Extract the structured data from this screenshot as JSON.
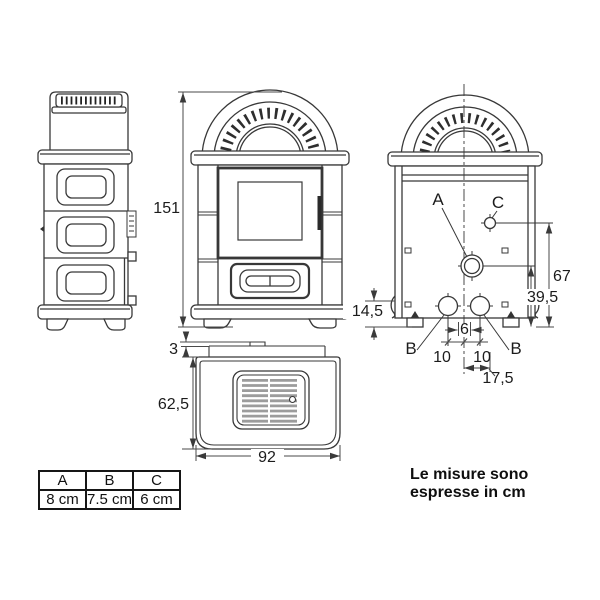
{
  "drawing": {
    "note_line1": "Le misure sono",
    "note_line2": "espresse in cm",
    "dims": {
      "overall_height": "151",
      "flue_plate_offset": "3",
      "top_depth": "62,5",
      "top_width": "92",
      "base_height": "14,5",
      "hole_c_height": "67",
      "hole_a_height": "39,5",
      "holes_b_gap": "6",
      "hole_b_left_offset": "10",
      "hole_b_right_offset": "10",
      "hole_c_offset": "17,5"
    },
    "holes": {
      "a": "A",
      "b_left": "B",
      "b_right": "B",
      "c": "C"
    }
  },
  "spec_table": {
    "headers": [
      "A",
      "B",
      "C"
    ],
    "values": [
      "8 cm",
      "7.5 cm",
      "6 cm"
    ]
  },
  "colors": {
    "line": "#383838",
    "dim_line": "#4a4a4a",
    "slat": "#9c9c9c",
    "text": "#1c1c1c"
  }
}
